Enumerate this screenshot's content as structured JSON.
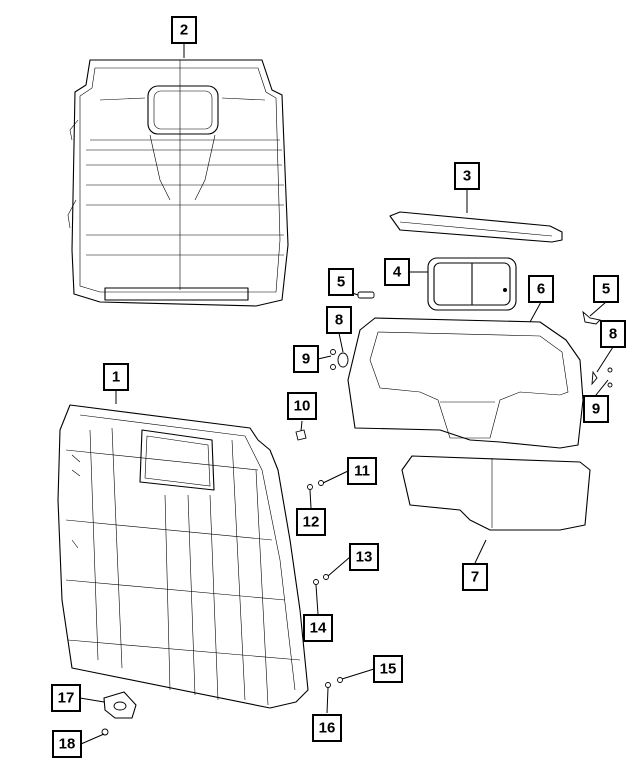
{
  "callouts": [
    {
      "id": "c1",
      "label": "1"
    },
    {
      "id": "c2",
      "label": "2"
    },
    {
      "id": "c3",
      "label": "3"
    },
    {
      "id": "c4",
      "label": "4"
    },
    {
      "id": "c5a",
      "label": "5"
    },
    {
      "id": "c5b",
      "label": "5"
    },
    {
      "id": "c6",
      "label": "6"
    },
    {
      "id": "c7",
      "label": "7"
    },
    {
      "id": "c8a",
      "label": "8"
    },
    {
      "id": "c8b",
      "label": "8"
    },
    {
      "id": "c9a",
      "label": "9"
    },
    {
      "id": "c9b",
      "label": "9"
    },
    {
      "id": "c10",
      "label": "10"
    },
    {
      "id": "c11",
      "label": "11"
    },
    {
      "id": "c12",
      "label": "12"
    },
    {
      "id": "c13",
      "label": "13"
    },
    {
      "id": "c14",
      "label": "14"
    },
    {
      "id": "c15",
      "label": "15"
    },
    {
      "id": "c16",
      "label": "16"
    },
    {
      "id": "c17",
      "label": "17"
    },
    {
      "id": "c18",
      "label": "18"
    }
  ]
}
